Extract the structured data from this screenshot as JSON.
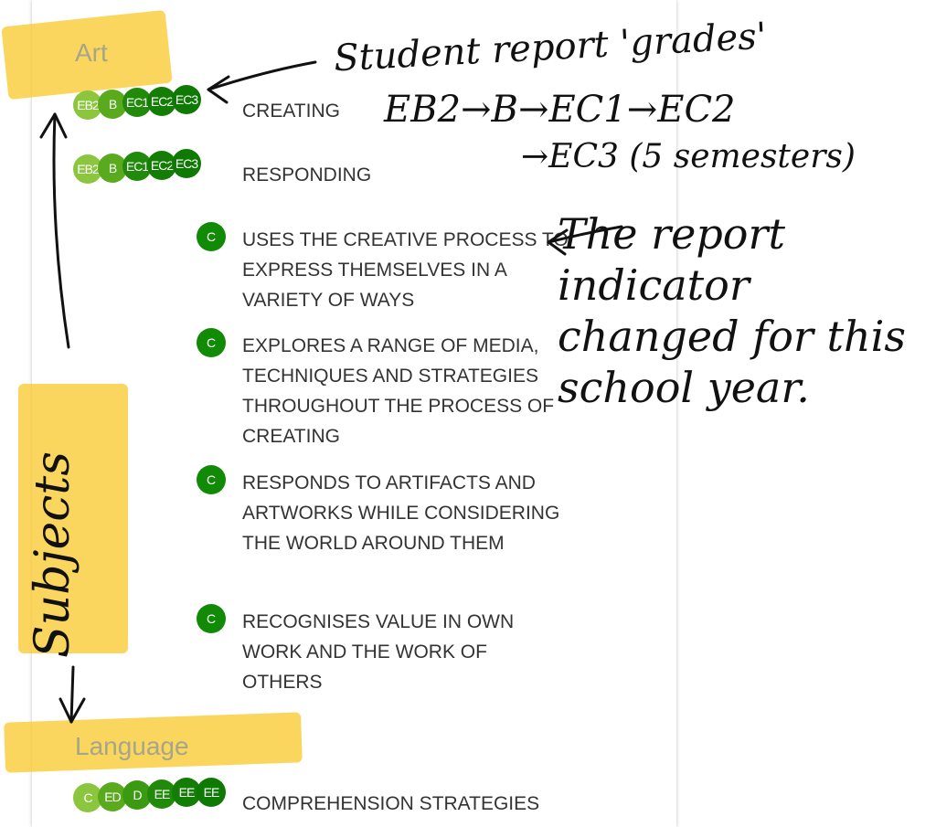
{
  "subjects": [
    {
      "name": "Art",
      "strands": [
        {
          "label": "Creating",
          "grades": [
            "EB2",
            "B",
            "EC1",
            "EC2",
            "EC3"
          ]
        },
        {
          "label": "Responding",
          "grades": [
            "EB2",
            "B",
            "EC1",
            "EC2",
            "EC3"
          ]
        }
      ],
      "indicators": [
        {
          "grade": "C",
          "label": "Uses the creative process to express themselves in a variety of ways"
        },
        {
          "grade": "C",
          "label": "Explores a range of media, techniques and strategies throughout the process of creating"
        },
        {
          "grade": "C",
          "label": "Responds to artifacts and artworks while considering the world around them"
        },
        {
          "grade": "C",
          "label": "Recognises value in own work and the work of others"
        }
      ]
    },
    {
      "name": "Language",
      "strands": [
        {
          "label": "Comprehension strategies",
          "grades": [
            "C",
            "ED",
            "D",
            "EE",
            "EE",
            "EE"
          ]
        }
      ]
    }
  ],
  "grade_colors": [
    "#8cc63f",
    "#5aaa1e",
    "#3a9a12",
    "#228a0a",
    "#137d05",
    "#0e7a04"
  ],
  "annotations": {
    "grades_note_line1": "Student report 'grades'",
    "grades_note_line2": "EB2→B→EC1→EC2",
    "grades_note_line3": "→EC3 (5 semesters)",
    "indicator_note": "The report indicator changed for this school year.",
    "subjects_note": "Subjects"
  }
}
